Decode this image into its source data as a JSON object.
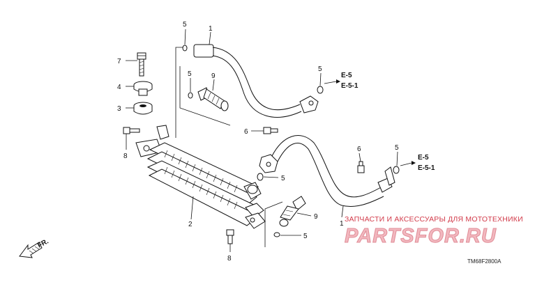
{
  "callouts": {
    "c1a": "1",
    "c1b": "1",
    "c2": "2",
    "c3": "3",
    "c4": "4",
    "c5a": "5",
    "c5b": "5",
    "c5c": "5",
    "c5d": "5",
    "c5e": "5",
    "c5f": "5",
    "c6a": "6",
    "c6b": "6",
    "c7": "7",
    "c8a": "8",
    "c8b": "8",
    "c9a": "9",
    "c9b": "9"
  },
  "refs": {
    "upper_e5": "E-5",
    "upper_e51": "E-5-1",
    "lower_e5": "E-5",
    "lower_e51": "E-5-1"
  },
  "front_label": "FR.",
  "diagram_code": "TM68F2800A",
  "watermark": {
    "tagline": "ЗАПЧАСТИ И АКСЕССУАРЫ ДЛЯ МОТОТЕХНИКИ",
    "brand": "PARTSFOR.RU"
  }
}
